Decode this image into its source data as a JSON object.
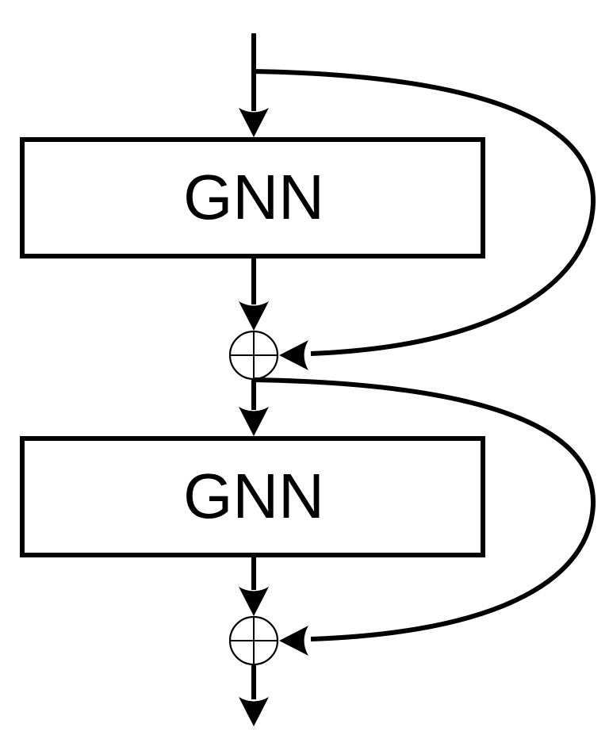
{
  "diagram": {
    "type": "flow-diagram",
    "background_color": "#ffffff",
    "line_color": "#000000",
    "box_fill_color": "#ffffff",
    "blocks": [
      {
        "id": "gnn-1",
        "label": "GNN"
      },
      {
        "id": "gnn-2",
        "label": "GNN"
      }
    ],
    "operators": [
      {
        "id": "sum-1",
        "symbol": "⊕"
      },
      {
        "id": "sum-2",
        "symbol": "⊕"
      }
    ],
    "connections": [
      {
        "from": "input",
        "to": "gnn-1",
        "style": "arrow"
      },
      {
        "from": "input",
        "to": "sum-1",
        "style": "skip-curve"
      },
      {
        "from": "gnn-1",
        "to": "sum-1",
        "style": "arrow"
      },
      {
        "from": "sum-1",
        "to": "gnn-2",
        "style": "arrow"
      },
      {
        "from": "sum-1",
        "to": "sum-2",
        "style": "skip-curve"
      },
      {
        "from": "gnn-2",
        "to": "sum-2",
        "style": "arrow"
      },
      {
        "from": "sum-2",
        "to": "output",
        "style": "arrow"
      }
    ]
  }
}
